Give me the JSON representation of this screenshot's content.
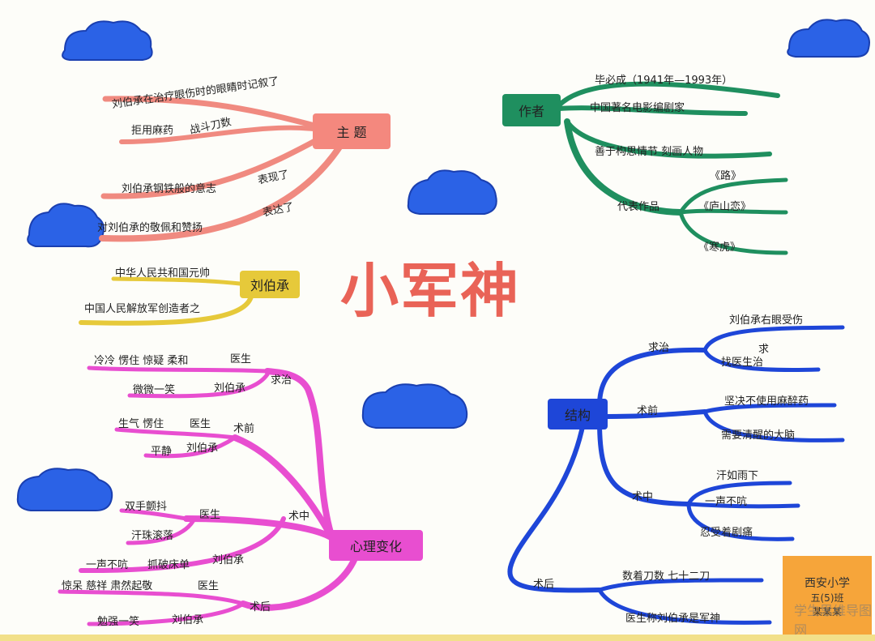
{
  "title": "小军神",
  "colors": {
    "theme": "#f08a80",
    "author": "#1f8f5f",
    "name": "#e6c93a",
    "psych": "#e84ed0",
    "structure": "#1e46d8",
    "cloud": "#2b62e6",
    "title": "#e8574a",
    "stamp": "#f6a53a"
  },
  "theme": {
    "label": "主 题",
    "b1": "刘伯承在治疗眼伤时的眼睛时记叙了",
    "b2": "拒用麻药",
    "b2b": "战斗刀数",
    "b3": "刘伯承钢铁般的意志",
    "b3b": "表现了",
    "b4": "对刘伯承的敬佩和赞扬",
    "b4b": "表达了"
  },
  "author": {
    "label": "作者",
    "a1": "毕必成（1941年—1993年）",
    "a2": "中国著名电影编剧家",
    "a3": "善于构思情节 刻画人物",
    "works_label": "代表作品",
    "works": [
      "《路》",
      "《庐山恋》",
      "《寒虎》"
    ]
  },
  "name": {
    "label": "刘伯承",
    "n1": "中华人民共和国元帅",
    "n2": "中国人民解放军创造者之"
  },
  "psych": {
    "label": "心理变化",
    "qz": "求治",
    "qz1": "冷冷 愣住 惊疑 柔和",
    "qz1b": "医生",
    "qz2": "微微一笑",
    "qz2b": "刘伯承",
    "sq": "术前",
    "sq1": "生气 愣住",
    "sq1b": "医生",
    "sq2": "平静",
    "sq2b": "刘伯承",
    "sz": "术中",
    "sz1": "双手颤抖",
    "sz1b": "医生",
    "sz2": "汗珠滚落",
    "sz3": "一声不吭",
    "sz3b": "抓破床单",
    "sz3c": "刘伯承",
    "sh": "术后",
    "sh1": "惊呆 慈祥 肃然起敬",
    "sh1b": "医生",
    "sh2": "勉强一笑",
    "sh2b": "刘伯承"
  },
  "structure": {
    "label": "结构",
    "qz": "求治",
    "qz1": "刘伯承右眼受伤",
    "qz2": "找医生治",
    "qz2b": "求",
    "sq": "术前",
    "sq1": "坚决不使用麻醉药",
    "sq2": "需要清醒的大脑",
    "sz": "术中",
    "sz1": "汗如雨下",
    "sz2": "一声不吭",
    "sz3": "忍受着剧痛",
    "sh": "术后",
    "sh1": "数着刀数 七十二刀",
    "sh2": "医生称刘伯承是军神"
  },
  "stamp": {
    "l1": "西安小学",
    "l2": "五(5)班",
    "l3": "某某某"
  },
  "watermark": "学生思维导图网"
}
